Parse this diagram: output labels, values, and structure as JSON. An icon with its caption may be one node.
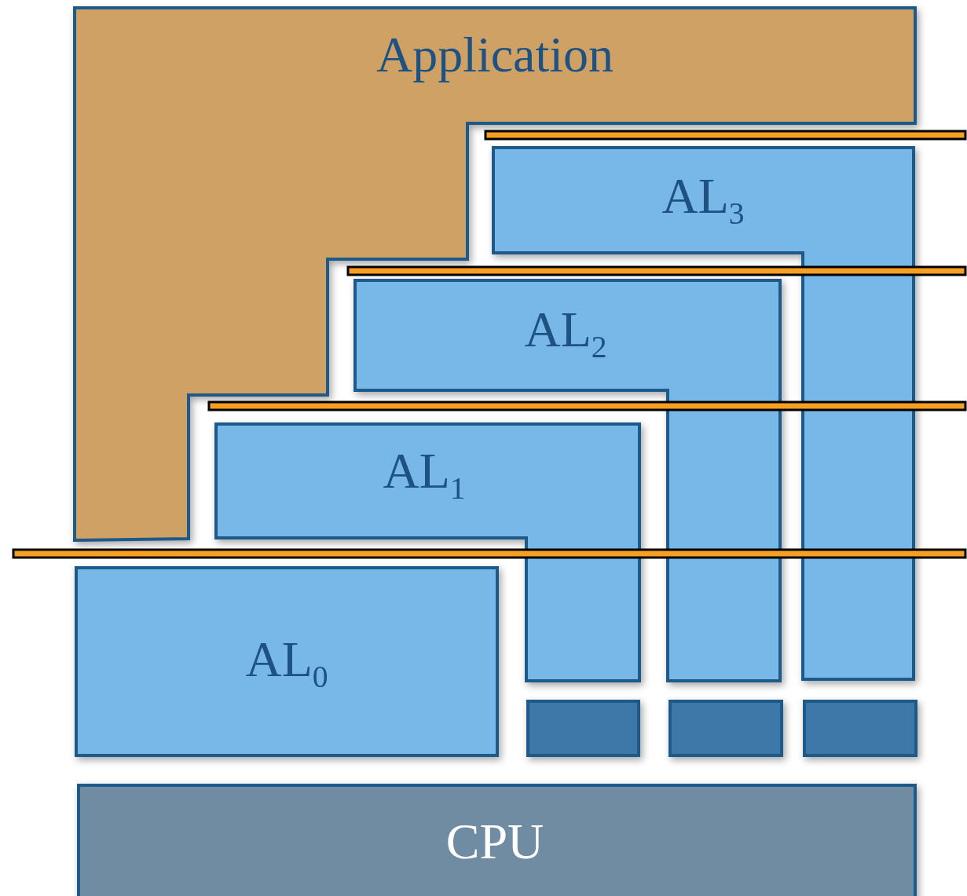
{
  "diagram": {
    "nodes": [
      {
        "text": [
          "Application"
        ]
      },
      {
        "text": [],
        "shape": "bar"
      },
      {
        "text": [
          "AL$_{3}$"
        ]
      },
      {
        "text": [],
        "shape": "bar"
      },
      {
        "text": [
          "AL$_{2}$"
        ]
      },
      {
        "text": [],
        "shape": "bar"
      },
      {
        "text": [
          "AL$_{1}$"
        ]
      },
      {
        "text": [],
        "shape": "bar"
      },
      {
        "text": [
          "AL$_{0}$"
        ]
      },
      {
        "text": [],
        "shape": "box"
      },
      {
        "text": [],
        "shape": "box"
      },
      {
        "text": [],
        "shape": "box"
      },
      {
        "text": [
          "CPU"
        ]
      }
    ]
  }
}
